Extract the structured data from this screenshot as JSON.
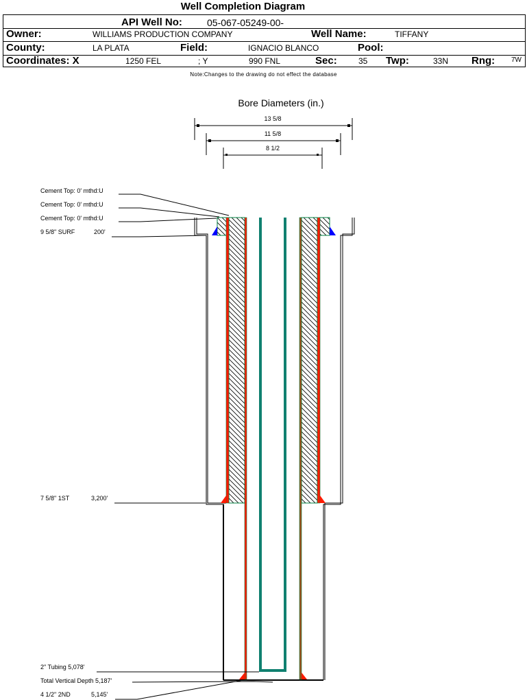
{
  "title": "Well Completion Diagram",
  "header": {
    "api_label": "API Well No:",
    "api_value": "05-067-05249-00-",
    "owner_label": "Owner:",
    "owner_value": "WILLIAMS PRODUCTION COMPANY",
    "well_name_label": "Well Name:",
    "well_name_value": "TIFFANY",
    "county_label": "County:",
    "county_value": "LA PLATA",
    "field_label": "Field:",
    "field_value": "IGNACIO BLANCO",
    "pool_label": "Pool:",
    "pool_value": "",
    "coords_label": "Coordinates: X",
    "x_value": "1250 FEL",
    "y_label": "; Y",
    "y_value": "990 FNL",
    "sec_label": "Sec:",
    "sec_value": "35",
    "twp_label": "Twp:",
    "twp_value": "33N",
    "rng_label": "Rng:",
    "rng_value": "7W"
  },
  "note": "Note:Changes to the drawing do not effect the database",
  "bore": {
    "title": "Bore Diameters (in.)",
    "diameters": [
      "13 5/8",
      "11 5/8",
      "8 1/2"
    ]
  },
  "annotations": {
    "cement_tops": [
      "Cement Top: 0' mthd:U",
      "Cement Top: 0' mthd:U",
      "Cement Top: 0' mthd:U"
    ],
    "surf_casing": {
      "size": "9 5/8\" SURF",
      "depth": "200'"
    },
    "first_casing": {
      "size": "7 5/8\" 1ST",
      "depth": "3,200'"
    },
    "tubing": "2\" Tubing 5,078'",
    "tvd": "Total Vertical Depth 5,187'",
    "second_casing": {
      "size": "4 1/2\" 2ND",
      "depth": "5,145'"
    }
  },
  "colors": {
    "casing_red": "#ff1a00",
    "casing_brown": "#a0501e",
    "outline_green": "#008040",
    "tubing_teal": "#108070",
    "cement_blue": "#0000ff"
  }
}
